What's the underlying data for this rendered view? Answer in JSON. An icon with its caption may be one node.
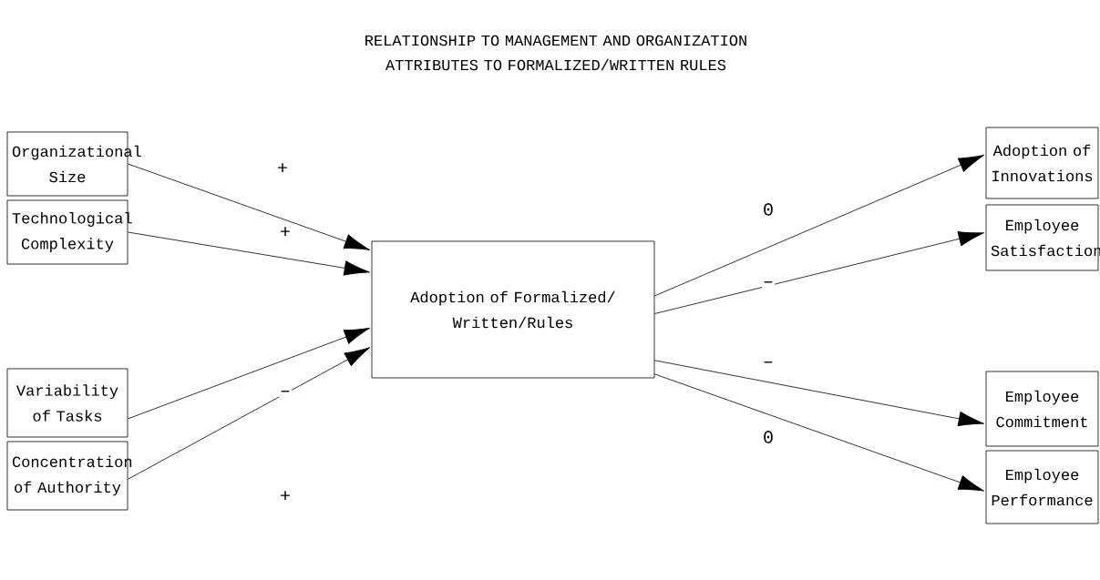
{
  "diagram": {
    "title": "RELATIONSHIP TO MANAGEMENT AND ORGANIZATION ATTRIBUTES TO FORMALIZED/WRITTEN RULES",
    "nodes": [
      {
        "text": [
          "Organizational Size"
        ]
      },
      {
        "text": [
          "Technological Complexity"
        ]
      },
      {
        "text": [
          "Variability of Tasks"
        ]
      },
      {
        "text": [
          "Concentration of Authority"
        ]
      },
      {
        "text": [
          "Adoption of Formalized/ Written/Rules"
        ]
      },
      {
        "text": [
          "Adoption of Innovations"
        ]
      },
      {
        "text": [
          "Employee Satisfaction"
        ]
      },
      {
        "text": [
          "Employee Commitment"
        ]
      },
      {
        "text": [
          "Employee Performance"
        ]
      }
    ],
    "edges": [
      {
        "from": 0,
        "to": 4,
        "arrow": "to",
        "label": "+"
      },
      {
        "from": 1,
        "to": 4,
        "arrow": "to",
        "label": "+"
      },
      {
        "from": 2,
        "to": 4,
        "arrow": "to",
        "label": "–"
      },
      {
        "from": 3,
        "to": 4,
        "arrow": "to",
        "label": "+"
      },
      {
        "from": 4,
        "to": 5,
        "arrow": "to",
        "label": "0"
      },
      {
        "from": 4,
        "to": 6,
        "arrow": "to",
        "label": "–"
      },
      {
        "from": 4,
        "to": 7,
        "arrow": "to",
        "label": "–"
      },
      {
        "from": 4,
        "to": 8,
        "arrow": "to",
        "label": "0"
      }
    ]
  }
}
